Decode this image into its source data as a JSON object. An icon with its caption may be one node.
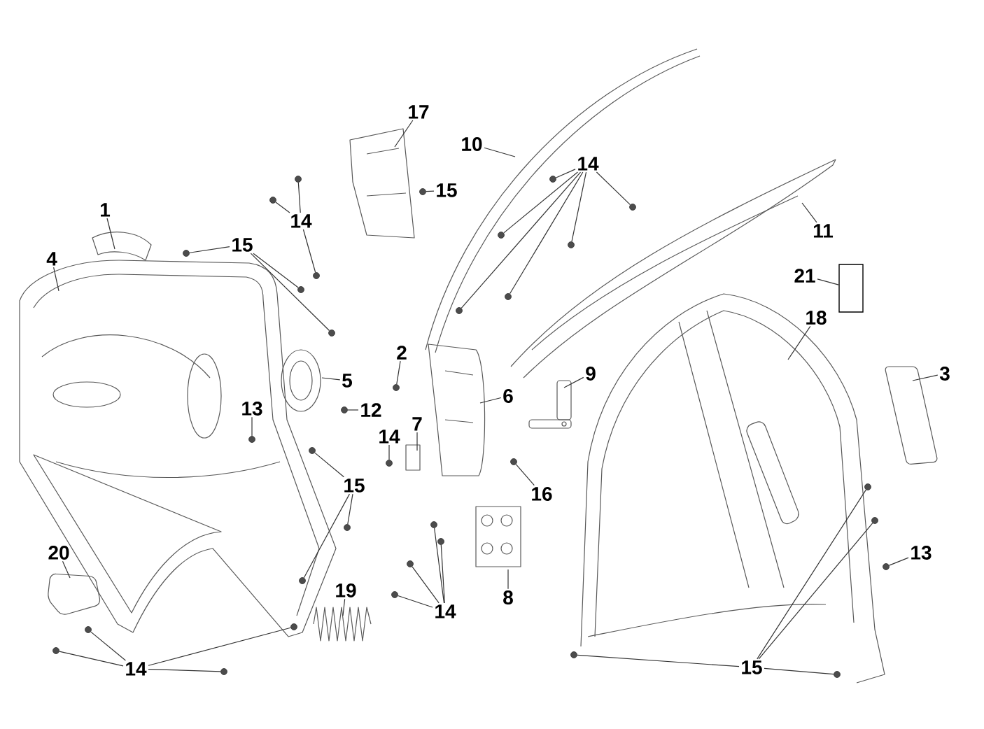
{
  "diagram": {
    "nodes": [
      {
        "text": [
          "17"
        ]
      },
      {
        "text": [
          "10"
        ]
      },
      {
        "text": [
          "14"
        ]
      },
      {
        "text": [
          "15"
        ]
      },
      {
        "text": [
          "1"
        ]
      },
      {
        "text": [
          "14"
        ]
      },
      {
        "text": [
          "11"
        ]
      },
      {
        "text": [
          "15"
        ]
      },
      {
        "text": [
          "4"
        ]
      },
      {
        "text": [
          "21"
        ]
      },
      {
        "text": [],
        "shape": "box"
      },
      {
        "text": [
          "18"
        ]
      },
      {
        "text": [
          "2"
        ]
      },
      {
        "text": [
          "9"
        ]
      },
      {
        "text": [
          "3"
        ]
      },
      {
        "text": [
          "5"
        ]
      },
      {
        "text": [
          "6"
        ]
      },
      {
        "text": [
          "13"
        ]
      },
      {
        "text": [
          "12"
        ]
      },
      {
        "text": [
          "7"
        ]
      },
      {
        "text": [
          "14"
        ]
      },
      {
        "text": [
          "15"
        ]
      },
      {
        "text": [
          "16"
        ]
      },
      {
        "text": [
          "20"
        ]
      },
      {
        "text": [
          "13"
        ]
      },
      {
        "text": [
          "19"
        ]
      },
      {
        "text": [
          "8"
        ]
      },
      {
        "text": [
          "14"
        ]
      },
      {
        "text": [
          "15"
        ]
      },
      {
        "text": [
          "14"
        ]
      },
      {
        "text": [],
        "shape": "circle"
      },
      {
        "text": [],
        "shape": "circle"
      },
      {
        "text": [],
        "shape": "circle"
      },
      {
        "text": [],
        "shape": "circle"
      },
      {
        "text": [],
        "shape": "circle"
      },
      {
        "text": [],
        "shape": "circle"
      },
      {
        "text": [],
        "shape": "circle"
      },
      {
        "text": [],
        "shape": "circle"
      },
      {
        "text": [],
        "shape": "circle"
      },
      {
        "text": [],
        "shape": "circle"
      },
      {
        "text": [],
        "shape": "circle"
      },
      {
        "text": [],
        "shape": "circle"
      },
      {
        "text": [],
        "shape": "circle"
      },
      {
        "text": [],
        "shape": "circle"
      },
      {
        "text": [],
        "shape": "circle"
      },
      {
        "text": [],
        "shape": "circle"
      },
      {
        "text": [],
        "shape": "circle"
      },
      {
        "text": [],
        "shape": "circle"
      },
      {
        "text": [],
        "shape": "circle"
      },
      {
        "text": [],
        "shape": "circle"
      },
      {
        "text": [],
        "shape": "circle"
      },
      {
        "text": [],
        "shape": "circle"
      },
      {
        "text": [],
        "shape": "circle"
      },
      {
        "text": [],
        "shape": "circle"
      },
      {
        "text": [],
        "shape": "circle"
      },
      {
        "text": [],
        "shape": "circle"
      },
      {
        "text": [],
        "shape": "circle"
      },
      {
        "text": [],
        "shape": "circle"
      },
      {
        "text": [],
        "shape": "circle"
      },
      {
        "text": [],
        "shape": "circle"
      },
      {
        "text": [],
        "shape": "circle"
      },
      {
        "text": [],
        "shape": "circle"
      },
      {
        "text": [],
        "shape": "circle"
      },
      {
        "text": [],
        "shape": "circle"
      }
    ],
    "edges": [
      {
        "from": 0,
        "to": null,
        "arrow": "none"
      },
      {
        "from": 1,
        "to": null,
        "arrow": "none"
      },
      {
        "from": 2,
        "to": 30,
        "arrow": "none"
      },
      {
        "from": 2,
        "to": 31,
        "arrow": "none"
      },
      {
        "from": 2,
        "to": 32,
        "arrow": "none"
      },
      {
        "from": 2,
        "to": 33,
        "arrow": "none"
      },
      {
        "from": 2,
        "to": 34,
        "arrow": "none"
      },
      {
        "from": 2,
        "to": 35,
        "arrow": "none"
      },
      {
        "from": 3,
        "to": 36,
        "arrow": "none"
      },
      {
        "from": 4,
        "to": null,
        "arrow": "none"
      },
      {
        "from": 5,
        "to": 37,
        "arrow": "none"
      },
      {
        "from": 5,
        "to": 38,
        "arrow": "none"
      },
      {
        "from": 5,
        "to": 39,
        "arrow": "none"
      },
      {
        "from": 6,
        "to": null,
        "arrow": "none"
      },
      {
        "from": 7,
        "to": 40,
        "arrow": "none"
      },
      {
        "from": 7,
        "to": 41,
        "arrow": "none"
      },
      {
        "from": 7,
        "to": 42,
        "arrow": "none"
      },
      {
        "from": 8,
        "to": null,
        "arrow": "none"
      },
      {
        "from": 9,
        "to": 10,
        "arrow": "none"
      },
      {
        "from": 11,
        "to": null,
        "arrow": "none"
      },
      {
        "from": 12,
        "to": 43,
        "arrow": "none"
      },
      {
        "from": 13,
        "to": null,
        "arrow": "none"
      },
      {
        "from": 14,
        "to": null,
        "arrow": "none"
      },
      {
        "from": 15,
        "to": null,
        "arrow": "none"
      },
      {
        "from": 16,
        "to": null,
        "arrow": "none"
      },
      {
        "from": 17,
        "to": 44,
        "arrow": "none"
      },
      {
        "from": 18,
        "to": 45,
        "arrow": "none"
      },
      {
        "from": 19,
        "to": null,
        "arrow": "none"
      },
      {
        "from": 20,
        "to": 46,
        "arrow": "none"
      },
      {
        "from": 21,
        "to": 47,
        "arrow": "none"
      },
      {
        "from": 21,
        "to": 48,
        "arrow": "none"
      },
      {
        "from": 21,
        "to": 49,
        "arrow": "none"
      },
      {
        "from": 22,
        "to": 50,
        "arrow": "none"
      },
      {
        "from": 23,
        "to": null,
        "arrow": "none"
      },
      {
        "from": 24,
        "to": 51,
        "arrow": "none"
      },
      {
        "from": 25,
        "to": null,
        "arrow": "none"
      },
      {
        "from": 26,
        "to": null,
        "arrow": "none"
      },
      {
        "from": 27,
        "to": 52,
        "arrow": "none"
      },
      {
        "from": 27,
        "to": 53,
        "arrow": "none"
      },
      {
        "from": 27,
        "to": 54,
        "arrow": "none"
      },
      {
        "from": 27,
        "to": 55,
        "arrow": "none"
      },
      {
        "from": 28,
        "to": 56,
        "arrow": "none"
      },
      {
        "from": 28,
        "to": 57,
        "arrow": "none"
      },
      {
        "from": 28,
        "to": 58,
        "arrow": "none"
      },
      {
        "from": 28,
        "to": 59,
        "arrow": "none"
      },
      {
        "from": 29,
        "to": 60,
        "arrow": "none"
      },
      {
        "from": 29,
        "to": 61,
        "arrow": "none"
      },
      {
        "from": 29,
        "to": 62,
        "arrow": "none"
      },
      {
        "from": 29,
        "to": 63,
        "arrow": "none"
      }
    ]
  }
}
